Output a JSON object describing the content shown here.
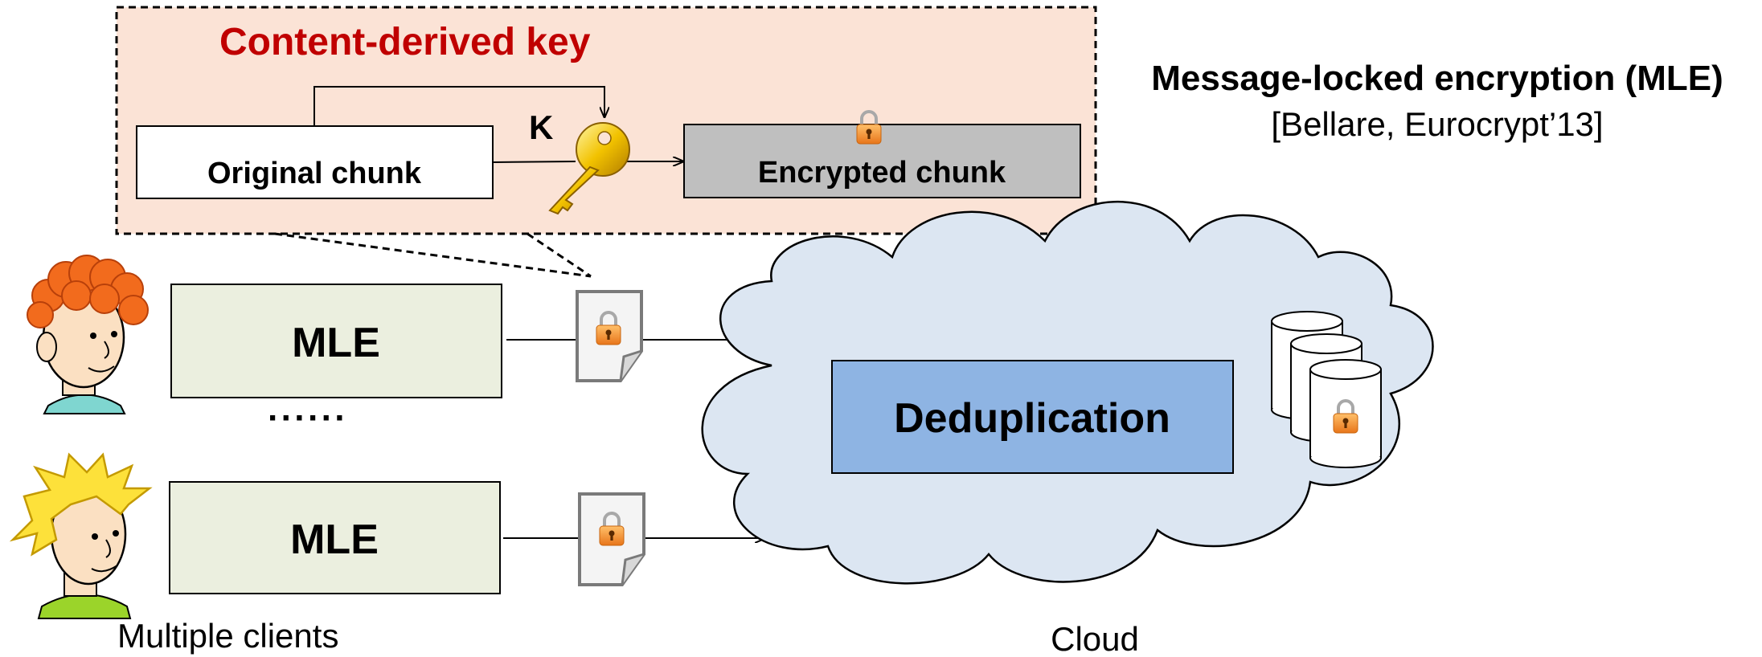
{
  "inset": {
    "title": "Content-derived key",
    "original_chunk": "Original chunk",
    "key_label": "K",
    "encrypted_chunk": "Encrypted chunk"
  },
  "mle_title": {
    "heading": "Message-locked encryption (MLE)",
    "citation": "[Bellare, Eurocrypt’13]"
  },
  "clients": {
    "client_1_box": "MLE",
    "ellipsis": "······",
    "client_2_box": "MLE",
    "caption": "Multiple clients"
  },
  "cloud": {
    "dedup_box": "Deduplication",
    "caption": "Cloud"
  },
  "colors": {
    "inset_fill": "#fbe3d6",
    "title_red": "#c00000",
    "mle_fill": "#ebefdf",
    "cloud_fill": "#dce6f2",
    "dedup_fill": "#8eb4e3",
    "encrypted_fill": "#bfbfbf",
    "lock_orange": "#f39c34"
  },
  "icons": [
    "key-icon",
    "lock-icon",
    "encrypted-file-icon",
    "database-icon",
    "person-avatar"
  ]
}
